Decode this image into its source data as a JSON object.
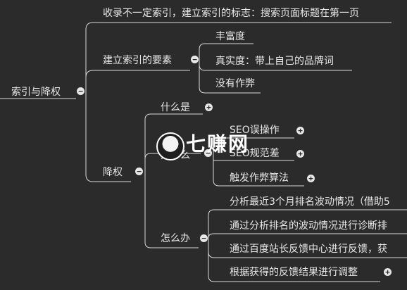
{
  "mindmap": {
    "root": "索引与降权",
    "n_record": "收录不一定索引，建立索引的标志：搜索页面标题在第一页",
    "n_factors": "建立索引的要素",
    "n_rich": "丰富度",
    "n_truth": "真实度：带上自己的品牌词",
    "n_nocheat": "没有作弊",
    "n_demote": "降权",
    "n_what": "什么是",
    "n_why": "为什么",
    "n_seo_err": "SEO误操作",
    "n_seo_bad": "SEO规范差",
    "n_trigger": "触发作弊算法",
    "n_how": "怎么办",
    "n_analyze": "分析最近3个月排名波动情况（借助5",
    "n_diagnose": "通过分析排名的波动情况进行诊断排",
    "n_feedback": "通过百度站长反馈中心进行反馈，获",
    "n_adjust": "根据获得的反馈结果进行调整"
  },
  "watermark": {
    "text": "七赚网"
  },
  "colors": {
    "background": "#2b2b2b",
    "line": "#d9d9d9",
    "text": "#e8e8e8"
  }
}
